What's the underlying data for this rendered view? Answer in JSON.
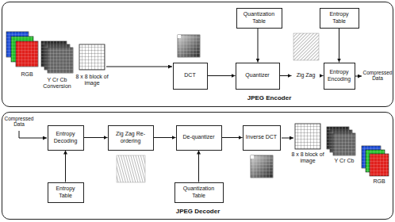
{
  "diagram": {
    "nodes": [
      {
        "text": [
          "JPEG Encoder"
        ]
      },
      {
        "text": [
          "Quantization Table"
        ],
        "in": 0
      },
      {
        "text": [
          "Entropy Table"
        ],
        "in": 0
      },
      {
        "text": [
          "DCT"
        ],
        "in": 0
      },
      {
        "text": [
          "Quantizer"
        ],
        "in": 0
      },
      {
        "text": [
          "Zig Zag"
        ],
        "in": 0
      },
      {
        "text": [
          "Entropy Encoding"
        ],
        "in": 0
      },
      {
        "text": [
          "JPEG Decoder"
        ]
      },
      {
        "text": [
          "Entropy Decoding"
        ],
        "in": 7
      },
      {
        "text": [
          "Zig Zag Re-ordering"
        ],
        "in": 7
      },
      {
        "text": [
          "De-quantizer"
        ],
        "in": 7
      },
      {
        "text": [
          "Inverse DCT"
        ],
        "in": 7
      },
      {
        "text": [
          "Entropy Table"
        ],
        "in": 7
      },
      {
        "text": [
          "Quantization Table"
        ],
        "in": 7
      }
    ],
    "edges": [
      {
        "from": 3,
        "to": 4,
        "arrow": "to"
      },
      {
        "from": 4,
        "to": 5,
        "arrow": "to"
      },
      {
        "from": 5,
        "to": 6,
        "arrow": "to"
      },
      {
        "from": 1,
        "to": 4,
        "arrow": "to"
      },
      {
        "from": 2,
        "to": 6,
        "arrow": "to"
      },
      {
        "from": 8,
        "to": 9,
        "arrow": "to"
      },
      {
        "from": 9,
        "to": 10,
        "arrow": "to"
      },
      {
        "from": 10,
        "to": 11,
        "arrow": "to"
      },
      {
        "from": 12,
        "to": 8,
        "arrow": "to"
      },
      {
        "from": 13,
        "to": 10,
        "arrow": "to"
      }
    ],
    "labels": [
      "RGB",
      "Y Cr Cb Conversion",
      "8 x 8 block of image",
      "Compressed Data",
      "Compressed Data",
      "8 x 8 block of image",
      "Y Cr Cb",
      "RGB"
    ]
  }
}
